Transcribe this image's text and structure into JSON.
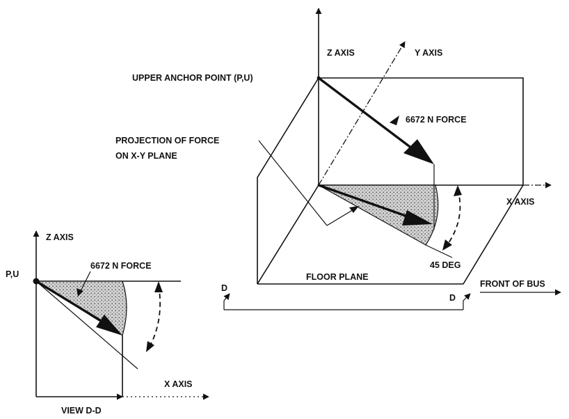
{
  "labels": {
    "z_axis_main": "Z AXIS",
    "y_axis": "Y AXIS",
    "upper_anchor": "UPPER ANCHOR POINT (P,U)",
    "force_main": "6672 N  FORCE",
    "projection_line1": "PROJECTION OF FORCE",
    "projection_line2": "ON X-Y PLANE",
    "x_axis_main": "X AXIS",
    "angle": "45 DEG",
    "floor_plane": "FLOOR PLANE",
    "front_of_bus": "FRONT OF BUS",
    "section_d_left": "D",
    "section_d_right": "D",
    "z_axis_view": "Z AXIS",
    "force_view": "6672 N FORCE",
    "anchor_view": "P,U",
    "x_axis_view": "X AXIS",
    "view_title": "VIEW D-D"
  },
  "colors": {
    "ink": "#111111",
    "shade": "#9a9a9a",
    "background": "#ffffff"
  }
}
